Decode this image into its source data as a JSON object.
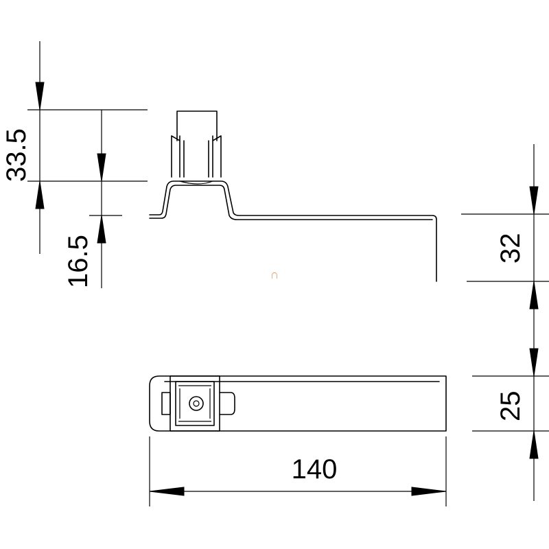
{
  "drawing": {
    "dimensions": {
      "height_upper": "33.5",
      "height_lower": "16.5",
      "height_right": "32",
      "width_top_view": "25",
      "length": "140"
    },
    "center_mark": "∩"
  }
}
